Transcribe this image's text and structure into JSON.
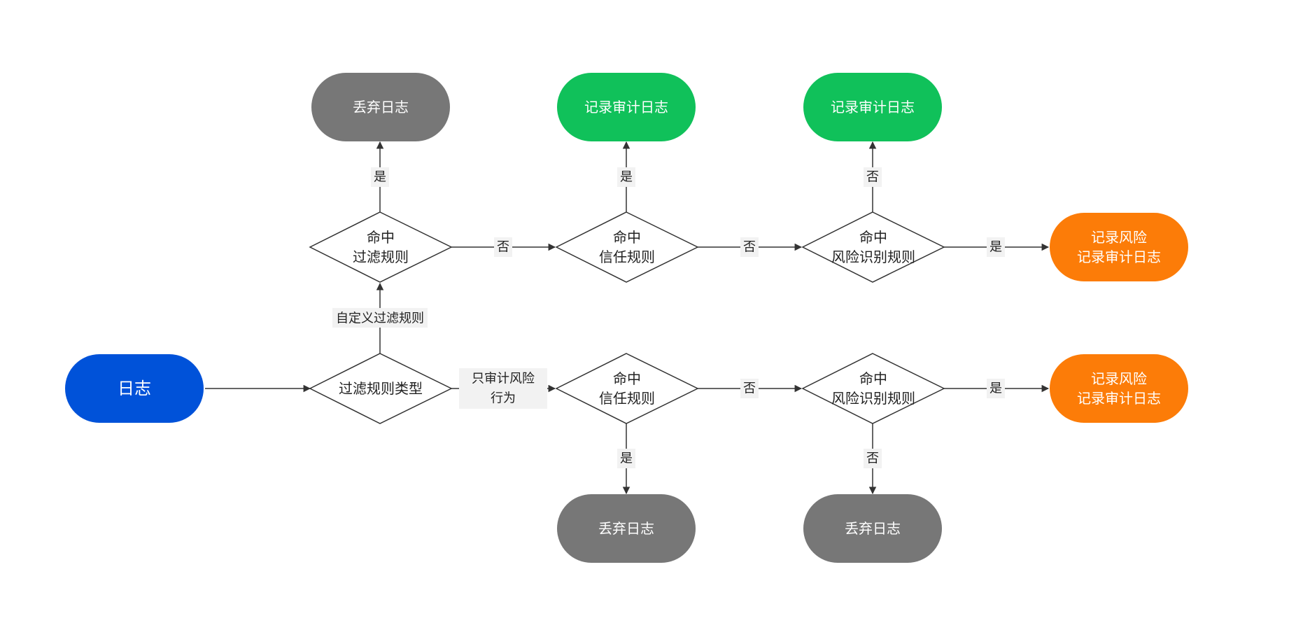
{
  "colors": {
    "start": "#0052d9",
    "discard": "#777777",
    "record": "#10c15a",
    "risk": "#fc7c08",
    "line": "#333333"
  },
  "nodes": {
    "start": "日志",
    "filter_type": "过滤规则类型",
    "hit_filter": [
      "命中",
      "过滤规则"
    ],
    "discard_top": "丢弃日志",
    "hit_trust_top": [
      "命中",
      "信任规则"
    ],
    "record_top_1": "记录审计日志",
    "hit_risk_top": [
      "命中",
      "风险识别规则"
    ],
    "record_top_2": "记录审计日志",
    "risk_top": [
      "记录风险",
      "记录审计日志"
    ],
    "hit_trust_bottom": [
      "命中",
      "信任规则"
    ],
    "discard_bottom_1": "丢弃日志",
    "hit_risk_bottom": [
      "命中",
      "风险识别规则"
    ],
    "discard_bottom_2": "丢弃日志",
    "risk_bottom": [
      "记录风险",
      "记录审计日志"
    ]
  },
  "edges": {
    "custom_filter": "自定义过滤规则",
    "audit_risk_only": [
      "只审计风险",
      "行为"
    ],
    "yes": "是",
    "no": "否"
  }
}
